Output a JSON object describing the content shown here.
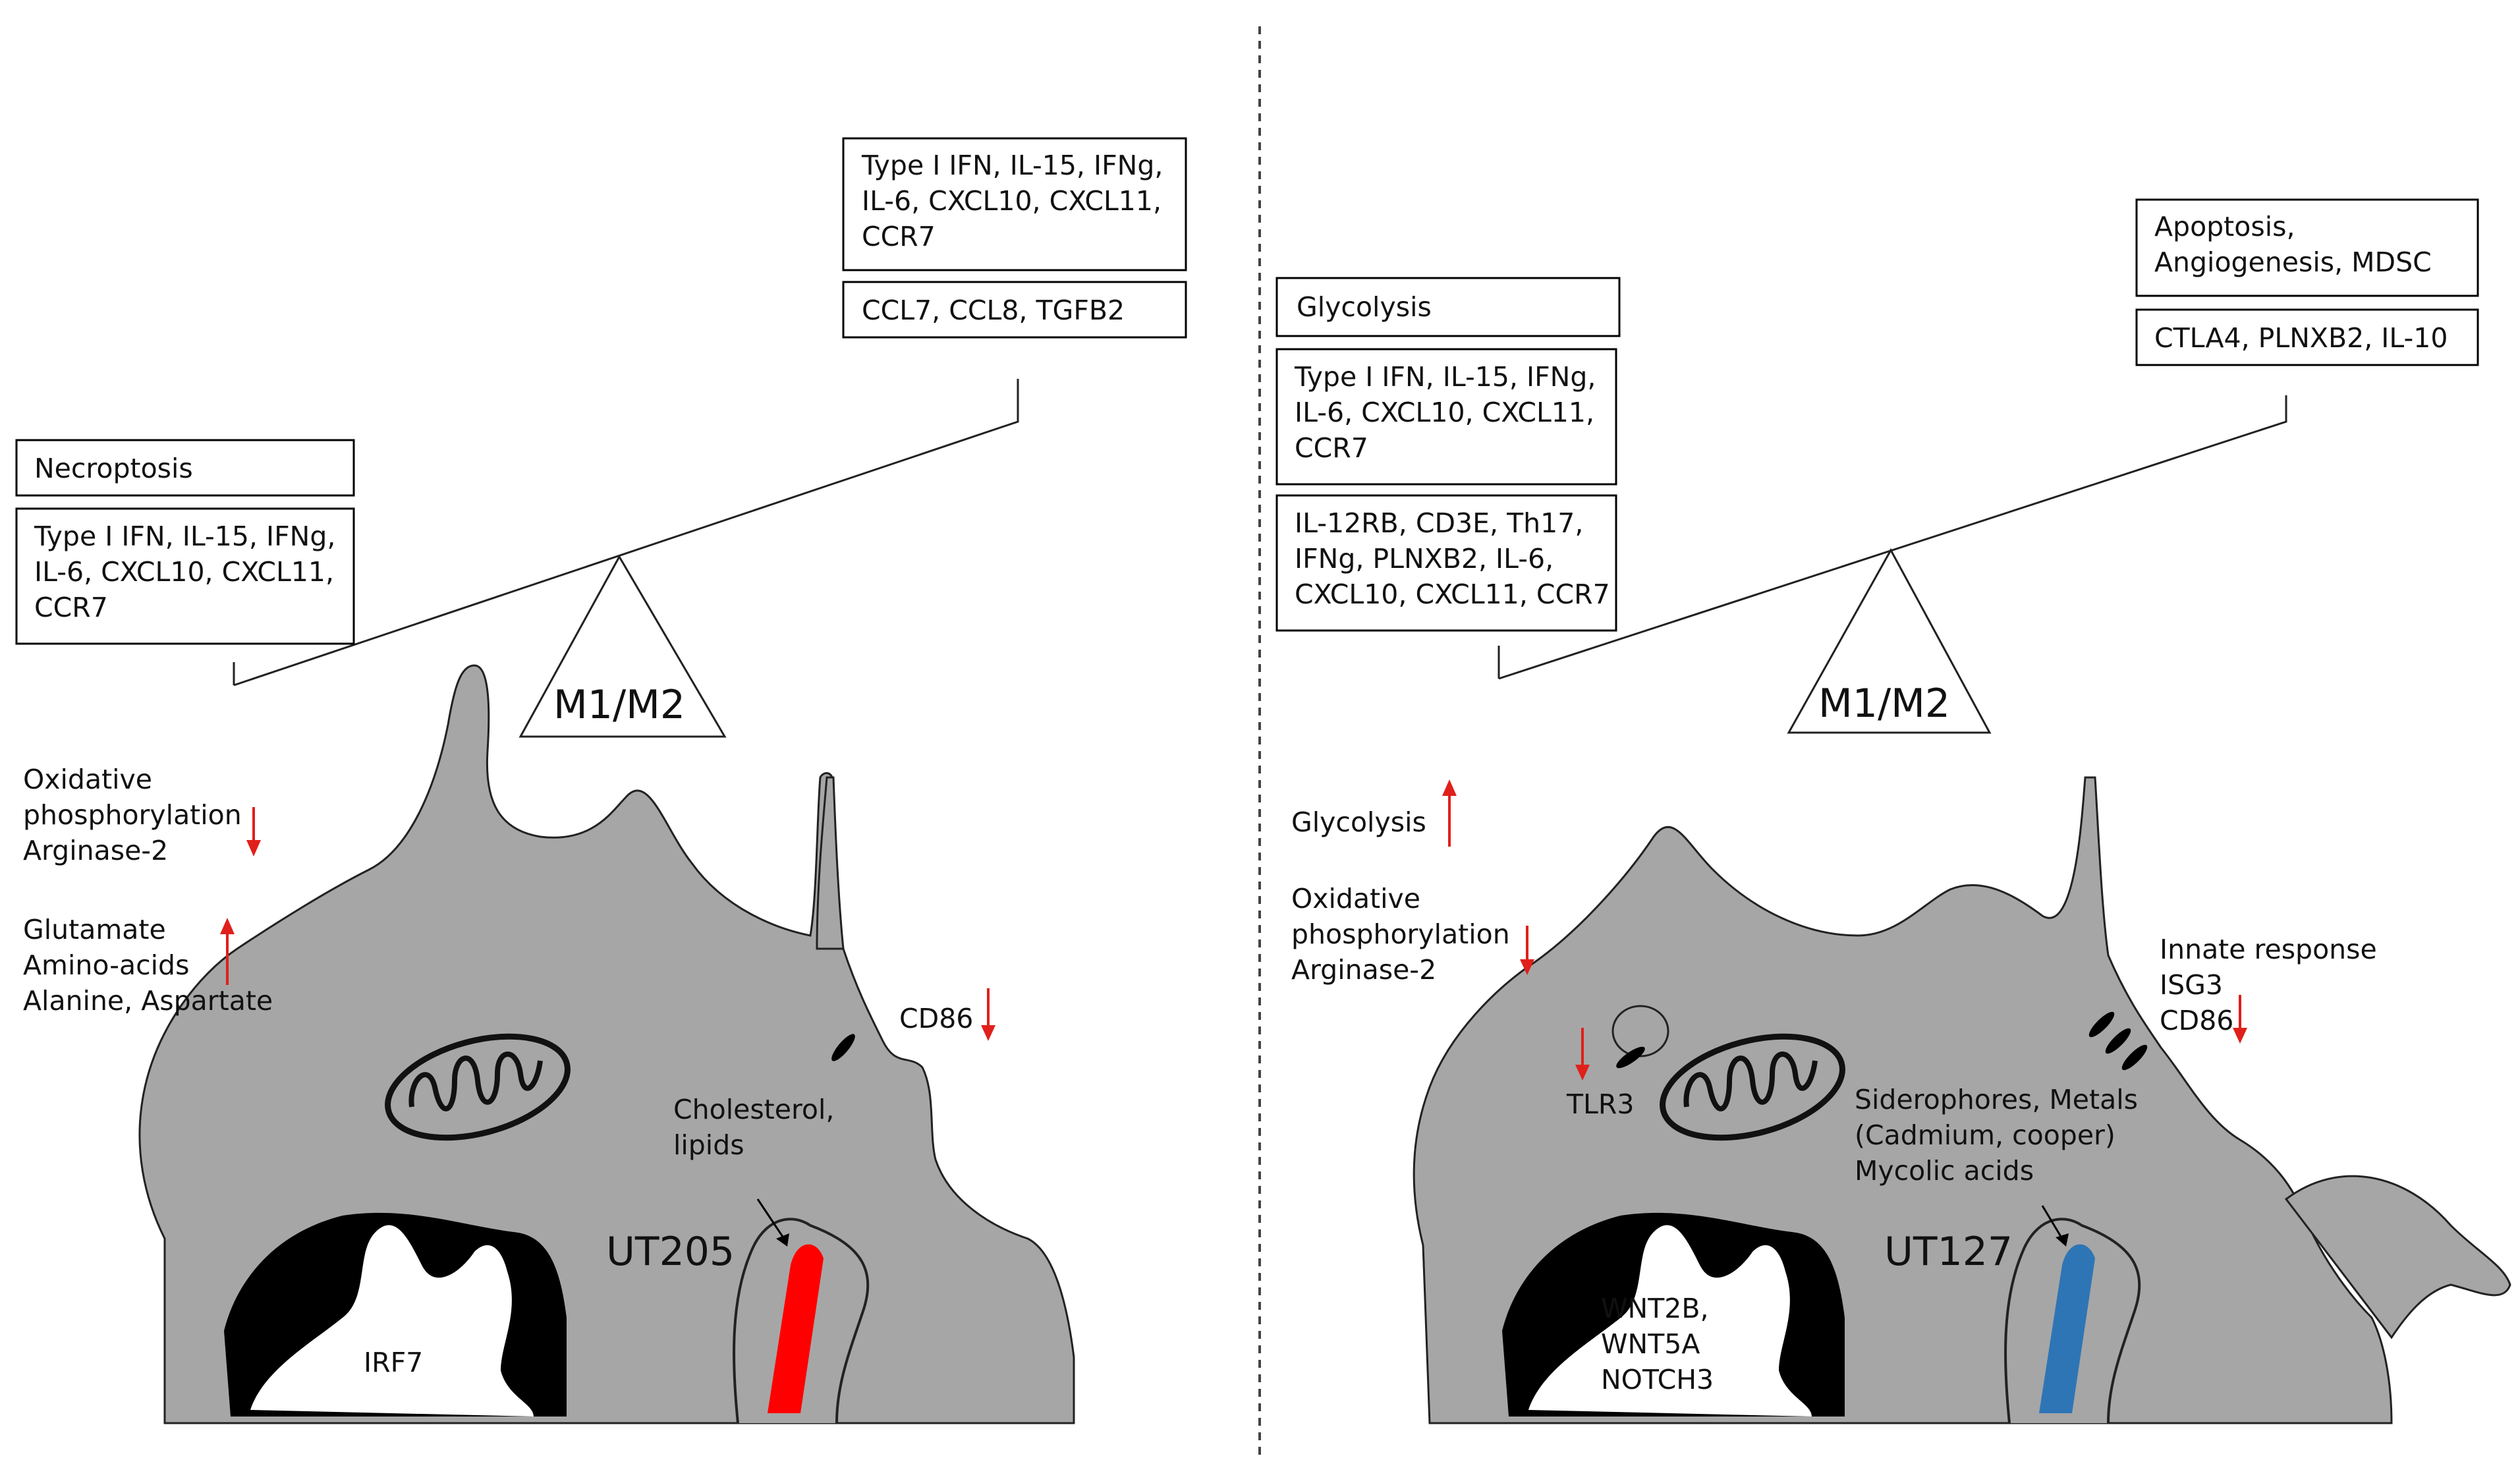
{
  "left": {
    "necroptosis": "Necroptosis",
    "low_box": [
      "Type I IFN, IL-15, IFNg,",
      "IL-6, CXCL10, CXCL11,",
      "CCR7"
    ],
    "high_box_top": [
      "Type I IFN, IL-15, IFNg,",
      "IL-6, CXCL10, CXCL11,",
      "CCR7"
    ],
    "high_box_bottom": [
      "CCL7, CCL8, TGFB2"
    ],
    "fulcrum": "M1/M2",
    "oxphos": [
      "Oxidative",
      "phosphorylation",
      "Arginase-2"
    ],
    "amino": [
      "Glutamate",
      "Amino-acids",
      "Alanine, Aspartate"
    ],
    "cd86": "CD86",
    "cholesterol": [
      "Cholesterol,",
      "lipids"
    ],
    "strain": "UT205",
    "nucleus_label": "IRF7",
    "bacterium_color": "#ff0000"
  },
  "right": {
    "glycolysis_box": "Glycolysis",
    "low_box_mid": [
      "Type I IFN, IL-15, IFNg,",
      "IL-6, CXCL10, CXCL11,",
      "CCR7"
    ],
    "low_box_bottom": [
      "IL-12RB, CD3E, Th17,",
      "IFNg, PLNXB2, IL-6,",
      "CXCL10, CXCL11, CCR7"
    ],
    "high_box_top": [
      "Apoptosis,",
      "Angiogenesis, MDSC"
    ],
    "high_box_bottom": [
      "CTLA4, PLNXB2, IL-10"
    ],
    "fulcrum": "M1/M2",
    "glycolysis": "Glycolysis",
    "oxphos": [
      "Oxidative",
      "phosphorylation",
      "Arginase-2"
    ],
    "tlr3": "TLR3",
    "innate": [
      "Innate response",
      "ISG3",
      "CD86"
    ],
    "siderophores": [
      "Siderophores, Metals",
      "(Cadmium, cooper)",
      "Mycolic acids"
    ],
    "strain": "UT127",
    "nucleus_label": [
      "WNT2B,",
      "WNT5A",
      "NOTCH3"
    ],
    "bacterium_color": "#2e75b6"
  },
  "arrow_color": "#e0201b"
}
